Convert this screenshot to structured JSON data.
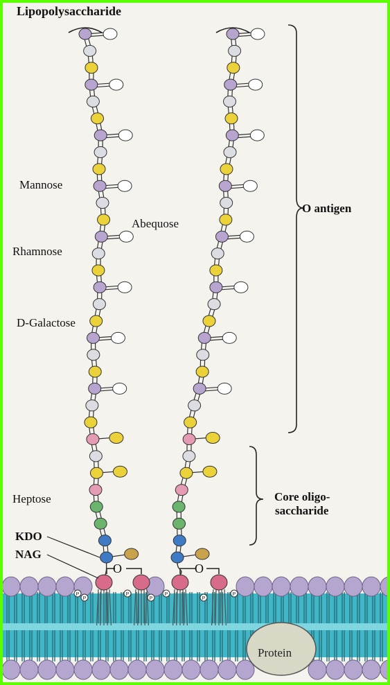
{
  "title": "Lipopolysaccharide",
  "labels": {
    "mannose": "Mannose",
    "abequose": "Abequose",
    "rhamnose": "Rhamnose",
    "galactose": "D-Galactose",
    "heptose": "Heptose",
    "kdo": "KDO",
    "nag": "NAG"
  },
  "regions": {
    "o_antigen": "O antigen",
    "core_line1": "Core oligo-",
    "core_line2": "saccharide"
  },
  "linkages": {
    "o_left": "O",
    "o_right": "O",
    "phosphate": "P"
  },
  "membrane": {
    "protein": "Protein"
  },
  "colors": {
    "background": "#5cff00",
    "mannose": "#b7a5cf",
    "abequose": "#ffffff",
    "rhamnose": "#dcdde2",
    "galactose": "#ecd23a",
    "heptose_pink": "#e59bb3",
    "heptose_green": "#6ab46e",
    "kdo": "#3f7bc4",
    "nag": "#d86a8a",
    "sidechain_tan": "#c9a24c",
    "membrane_blue": "#3fb7c7"
  }
}
